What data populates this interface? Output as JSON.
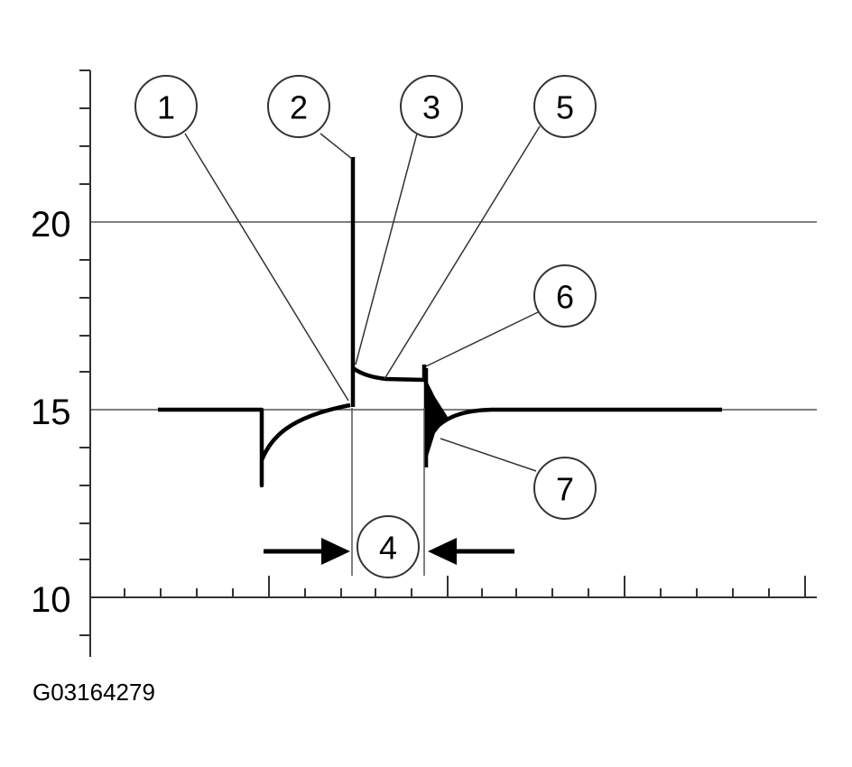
{
  "axis": {
    "y_ticks": [
      {
        "value": 20,
        "label": "20"
      },
      {
        "value": 15,
        "label": "15"
      },
      {
        "value": 10,
        "label": "10"
      }
    ]
  },
  "callouts": [
    "1",
    "2",
    "3",
    "4",
    "5",
    "6",
    "7"
  ],
  "figure_id": "G03164279",
  "colors": {
    "ink": "#000000",
    "grid": "#555555"
  }
}
